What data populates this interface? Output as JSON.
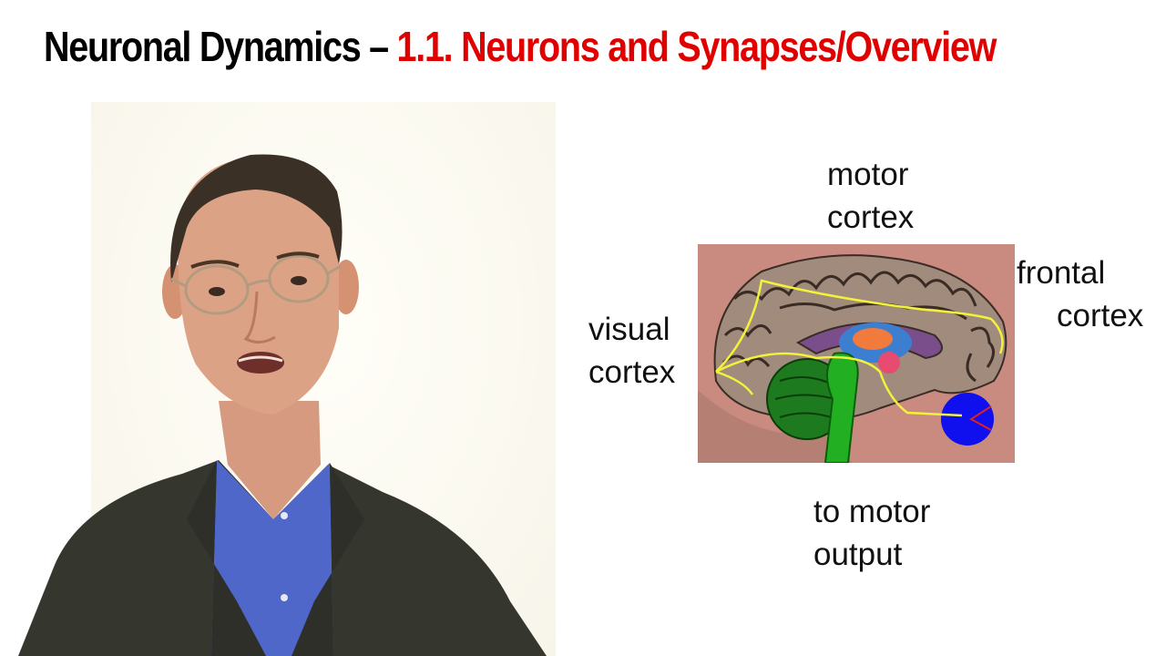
{
  "slide": {
    "title_main": "Neuronal Dynamics – ",
    "title_sub": "1.1. Neurons and Synapses/Overview"
  },
  "labels": {
    "motor": [
      "motor",
      "cortex"
    ],
    "frontal": [
      "frontal",
      "cortex"
    ],
    "visual": [
      "visual",
      "cortex"
    ],
    "output": [
      "to motor",
      "output"
    ]
  },
  "colors": {
    "title_main": "#000000",
    "title_sub": "#e00000",
    "brain_background": "#c98a80",
    "cortex_fill": "#a08b7d",
    "cerebellum": "#1e7a1e",
    "brainstem": "#22b022",
    "pathway": "#f2f23a",
    "eye": "#1010ee"
  }
}
